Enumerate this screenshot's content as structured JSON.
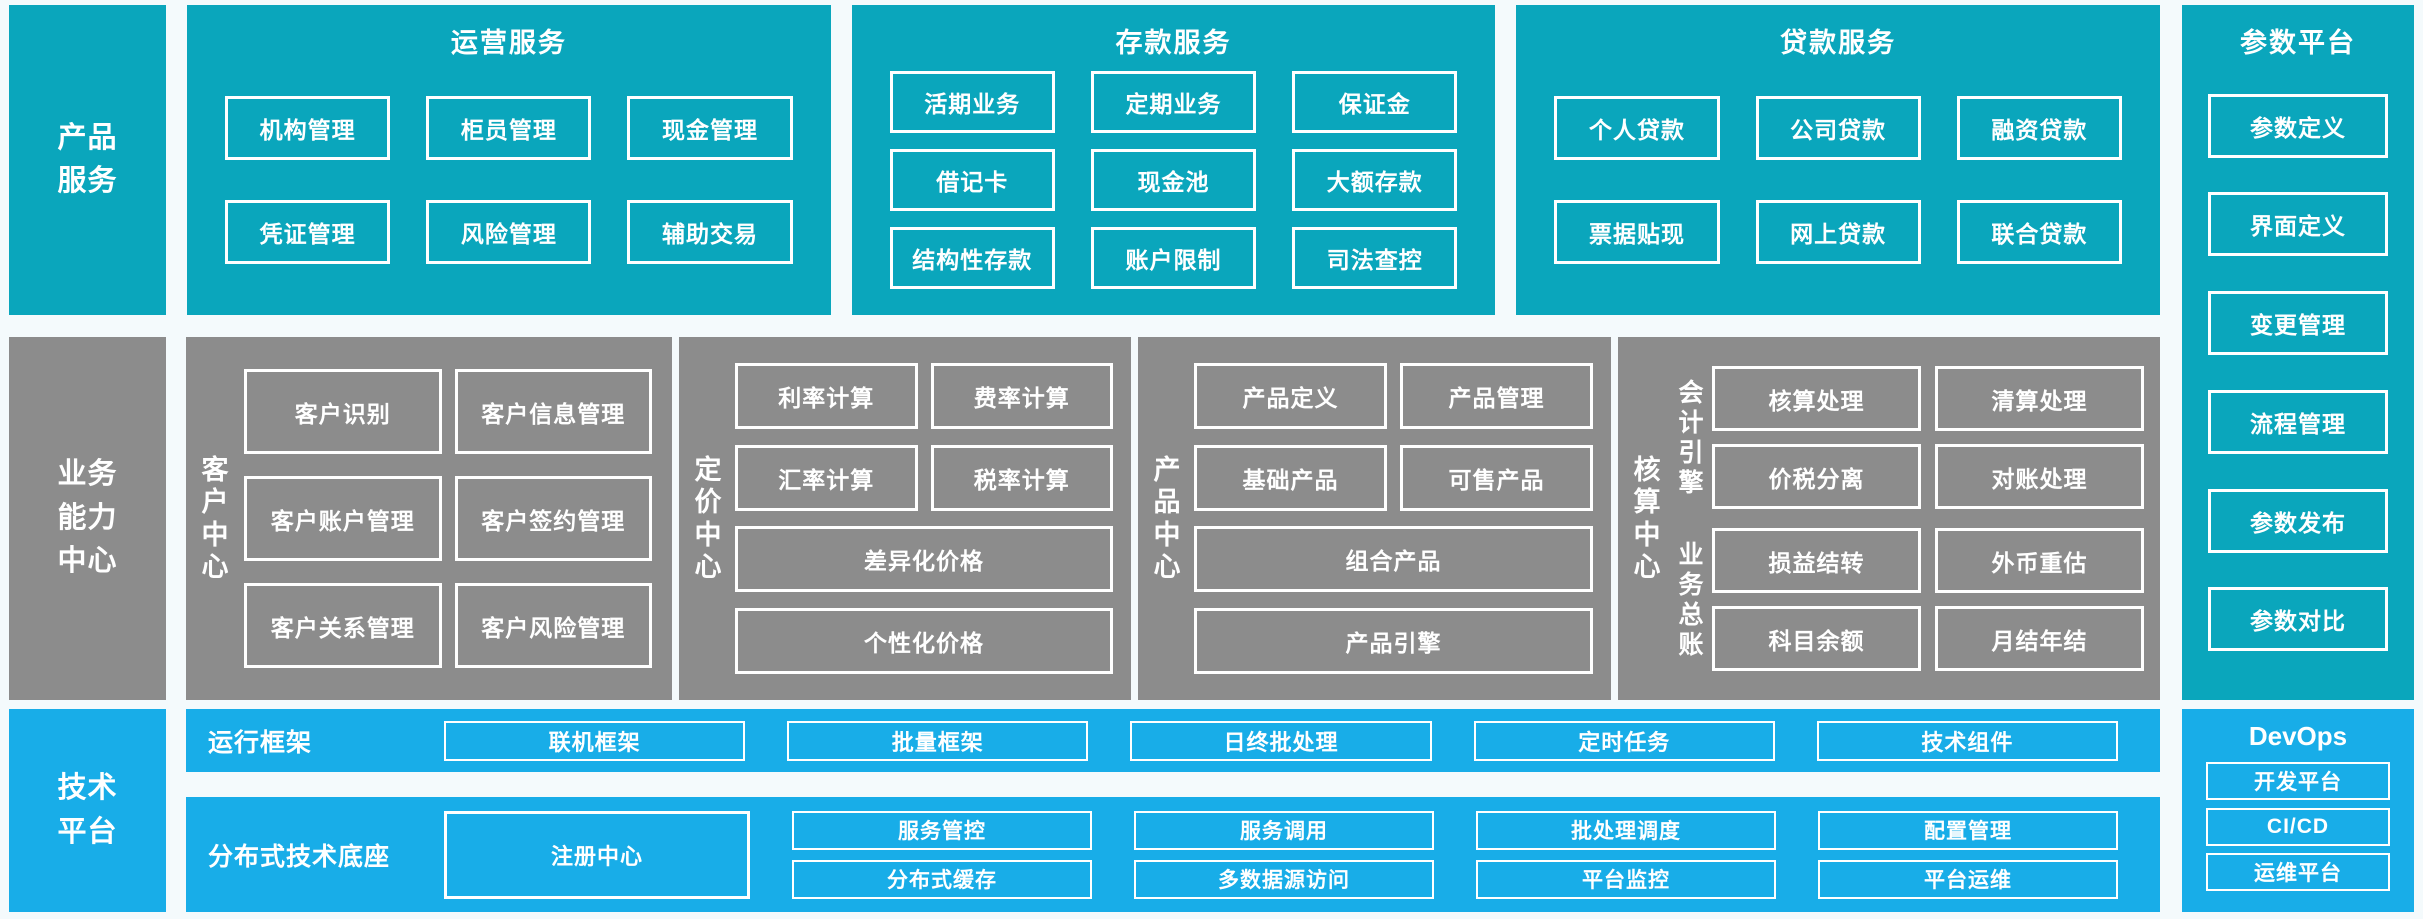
{
  "palette": {
    "teal": "#0aa6bc",
    "gray": "#8c8c8c",
    "blue": "#18ade8",
    "background": "#f4fafc",
    "box_border": "#ffffff",
    "text": "#ffffff"
  },
  "left_rail": {
    "product_services": "产品服务",
    "business_capability": "业务能力中心",
    "tech_platform": "技术平台"
  },
  "top": {
    "operations": {
      "title": "运营服务",
      "items": [
        "机构管理",
        "柜员管理",
        "现金管理",
        "凭证管理",
        "风险管理",
        "辅助交易"
      ]
    },
    "deposit": {
      "title": "存款服务",
      "items": [
        "活期业务",
        "定期业务",
        "保证金",
        "借记卡",
        "现金池",
        "大额存款",
        "结构性存款",
        "账户限制",
        "司法查控"
      ]
    },
    "loan": {
      "title": "贷款服务",
      "items": [
        "个人贷款",
        "公司贷款",
        "融资贷款",
        "票据贴现",
        "网上贷款",
        "联合贷款"
      ]
    }
  },
  "parameter_platform": {
    "title": "参数平台",
    "items": [
      "参数定义",
      "界面定义",
      "变更管理",
      "流程管理",
      "参数发布",
      "参数对比"
    ]
  },
  "capability": {
    "customer": {
      "label": "客户中心",
      "items": [
        "客户识别",
        "客户信息管理",
        "客户账户管理",
        "客户签约管理",
        "客户关系管理",
        "客户风险管理"
      ]
    },
    "pricing": {
      "label": "定价中心",
      "items": [
        "利率计算",
        "费率计算",
        "汇率计算",
        "税率计算"
      ],
      "wide": [
        "差异化价格",
        "个性化价格"
      ]
    },
    "product": {
      "label": "产品中心",
      "items": [
        "产品定义",
        "产品管理",
        "基础产品",
        "可售产品"
      ],
      "wide": [
        "组合产品",
        "产品引擎"
      ]
    },
    "accounting": {
      "label": "核算中心",
      "groups": [
        {
          "label": "会计引擎",
          "items": [
            "核算处理",
            "清算处理",
            "价税分离",
            "对账处理"
          ]
        },
        {
          "label": "业务总账",
          "items": [
            "损益结转",
            "外币重估",
            "科目余额",
            "月结年结"
          ]
        }
      ]
    }
  },
  "tech": {
    "runtime": {
      "label": "运行框架",
      "items": [
        "联机框架",
        "批量框架",
        "日终批处理",
        "定时任务",
        "技术组件"
      ]
    },
    "distributed": {
      "label": "分布式技术底座",
      "registry": "注册中心",
      "stacks": [
        [
          "服务管控",
          "分布式缓存"
        ],
        [
          "服务调用",
          "多数据源访问"
        ],
        [
          "批处理调度",
          "平台监控"
        ],
        [
          "配置管理",
          "平台运维"
        ]
      ]
    }
  },
  "devops": {
    "title": "DevOps",
    "items": [
      "开发平台",
      "CI/CD",
      "运维平台"
    ]
  }
}
